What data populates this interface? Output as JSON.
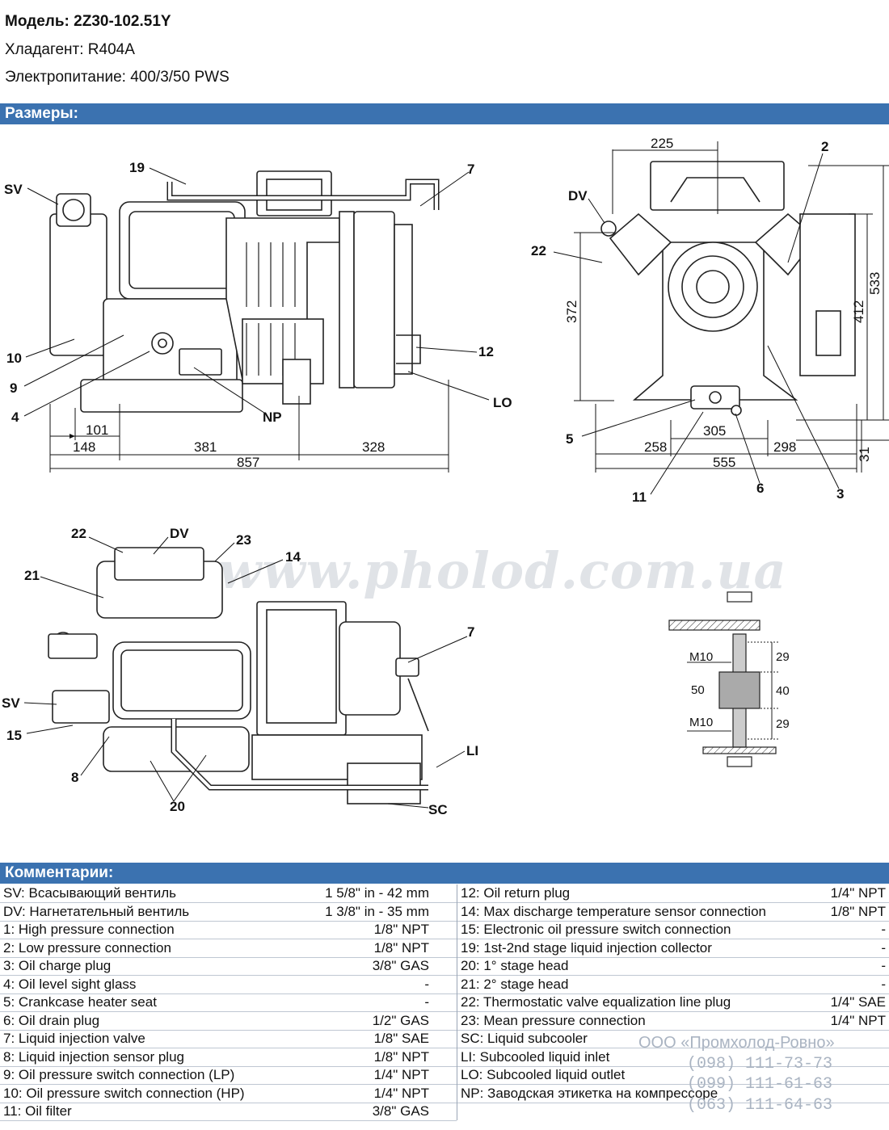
{
  "header": {
    "model_label": "Модель: 2Z30-102.51Y",
    "refrigerant_label": "Хладагент: R404A",
    "power_label": "Электропитание: 400/3/50 PWS"
  },
  "sections": {
    "dimensions_title": "Размеры:",
    "comments_title": "Комментарии:"
  },
  "drawing": {
    "watermark": "www.pholod.com.ua",
    "view1_labels": {
      "sv": "SV",
      "l19": "19",
      "l7": "7",
      "l10": "10",
      "l9": "9",
      "l4": "4",
      "np": "NP",
      "l12": "12",
      "lo": "LO"
    },
    "view1_dims": {
      "d101": "101",
      "d148": "148",
      "d381": "381",
      "d328": "328",
      "d857": "857"
    },
    "view2_labels": {
      "dv": "DV",
      "l2": "2",
      "l22": "22",
      "l5": "5",
      "l11": "11",
      "l6": "6",
      "l3": "3"
    },
    "view2_dims": {
      "d225": "225",
      "d372": "372",
      "d412": "412",
      "d533": "533",
      "d305": "305",
      "d258": "258",
      "d298": "298",
      "d555": "555",
      "d31": "31"
    },
    "view3_labels": {
      "l22": "22",
      "dv": "DV",
      "l23": "23",
      "l14": "14",
      "l21": "21",
      "l7": "7",
      "sv": "SV",
      "l15": "15",
      "l8": "8",
      "l20": "20",
      "li": "LI",
      "sc": "SC"
    },
    "mount_labels": {
      "m10a": "M10",
      "m10b": "M10",
      "d50": "50",
      "d29a": "29",
      "d40": "40",
      "d29b": "29"
    }
  },
  "comments": {
    "left": [
      {
        "label": "SV: Всасывающий вентиль",
        "value": "1 5/8\" in - 42 mm"
      },
      {
        "label": "DV: Нагнетательный вентиль",
        "value": "1 3/8\" in - 35 mm"
      },
      {
        "label": "1: High pressure connection",
        "value": "1/8\" NPT"
      },
      {
        "label": "2: Low pressure connection",
        "value": "1/8\" NPT"
      },
      {
        "label": "3: Oil charge plug",
        "value": "3/8\" GAS"
      },
      {
        "label": "4: Oil level sight glass",
        "value": "-"
      },
      {
        "label": "5: Crankcase heater seat",
        "value": "-"
      },
      {
        "label": "6: Oil drain plug",
        "value": "1/2\" GAS"
      },
      {
        "label": "7: Liquid injection valve",
        "value": "1/8\" SAE"
      },
      {
        "label": "8: Liquid injection sensor plug",
        "value": "1/8\" NPT"
      },
      {
        "label": "9: Oil pressure switch connection (LP)",
        "value": "1/4\" NPT"
      },
      {
        "label": "10: Oil pressure switch connection (HP)",
        "value": "1/4\" NPT"
      },
      {
        "label": "11: Oil filter",
        "value": "3/8\" GAS"
      }
    ],
    "right": [
      {
        "label": "12: Oil return plug",
        "value": "1/4\" NPT"
      },
      {
        "label": "14: Max discharge temperature sensor connection",
        "value": "1/8\" NPT"
      },
      {
        "label": "15: Electronic oil pressure switch connection",
        "value": "-"
      },
      {
        "label": "19: 1st-2nd stage liquid injection collector",
        "value": "-"
      },
      {
        "label": "20: 1° stage head",
        "value": "-"
      },
      {
        "label": "21: 2° stage head",
        "value": "-"
      },
      {
        "label": "22: Thermostatic valve equalization line plug",
        "value": "1/4\" SAE"
      },
      {
        "label": "23: Mean pressure connection",
        "value": "1/4\" NPT"
      },
      {
        "label": "SC: Liquid subcooler",
        "value": ""
      },
      {
        "label": "LI: Subcooled liquid inlet",
        "value": ""
      },
      {
        "label": "LO: Subcooled liquid outlet",
        "value": ""
      },
      {
        "label": "NP: Заводская этикетка на компрессоре",
        "value": ""
      }
    ]
  },
  "contacts": {
    "company": "ООО «Промхолод-Ровно»",
    "phone1": "(098) 111-73-73",
    "phone2": "(099) 111-61-63",
    "phone3": "(063) 111-64-63"
  }
}
